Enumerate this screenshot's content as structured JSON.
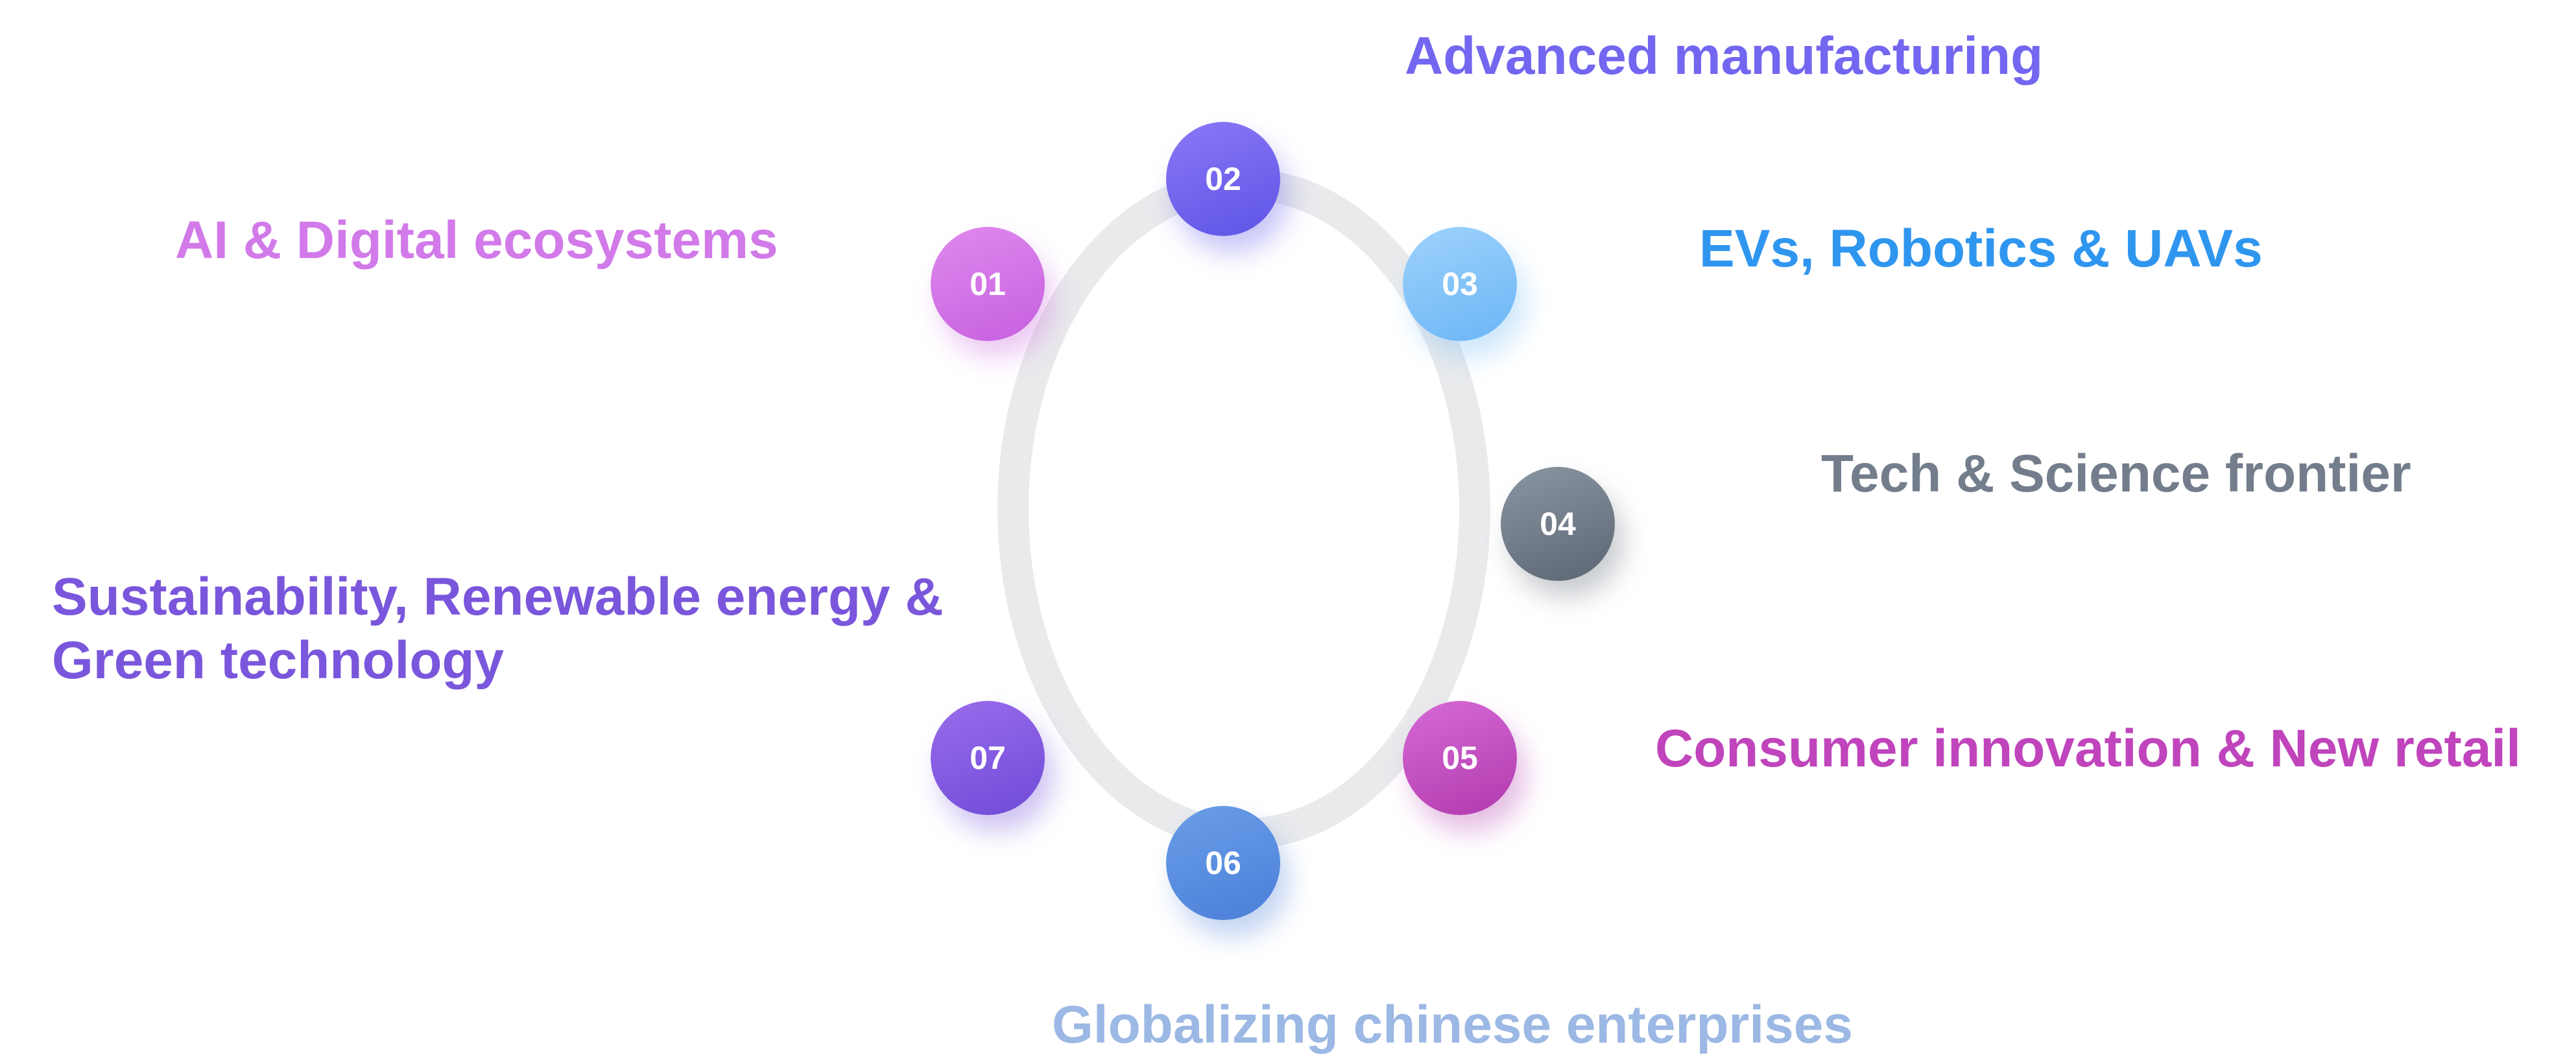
{
  "segments": [
    {
      "number": "01",
      "label": "AI & Digital ecosystems",
      "color": "#d27ae9",
      "node_top": "#e089ee",
      "node_bottom": "#c660df"
    },
    {
      "number": "02",
      "label": "Advanced manufacturing",
      "color": "#7366f0",
      "node_top": "#8a78f6",
      "node_bottom": "#5e55e6"
    },
    {
      "number": "03",
      "label": "EVs, Robotics & UAVs",
      "color": "#2f96f0",
      "node_top": "#9fd2fb",
      "node_bottom": "#6ab6f6"
    },
    {
      "number": "04",
      "label": "Tech & Science frontier",
      "color": "#737d8b",
      "node_top": "#8b96a3",
      "node_bottom": "#5c6673"
    },
    {
      "number": "05",
      "label": "Consumer innovation & New retail",
      "color": "#c044bc",
      "node_top": "#d66ad6",
      "node_bottom": "#b13aae"
    },
    {
      "number": "06",
      "label": "Globalizing chinese enterprises",
      "color": "#9cb8e4",
      "node_top": "#6a9ee8",
      "node_bottom": "#4b7fd8"
    },
    {
      "number": "07",
      "label": "Sustainability, Renewable energy & Green technology",
      "color": "#7a56dc",
      "node_top": "#9a6ceb",
      "node_bottom": "#6f4bd8"
    }
  ],
  "ring_color": "#e9eaec"
}
